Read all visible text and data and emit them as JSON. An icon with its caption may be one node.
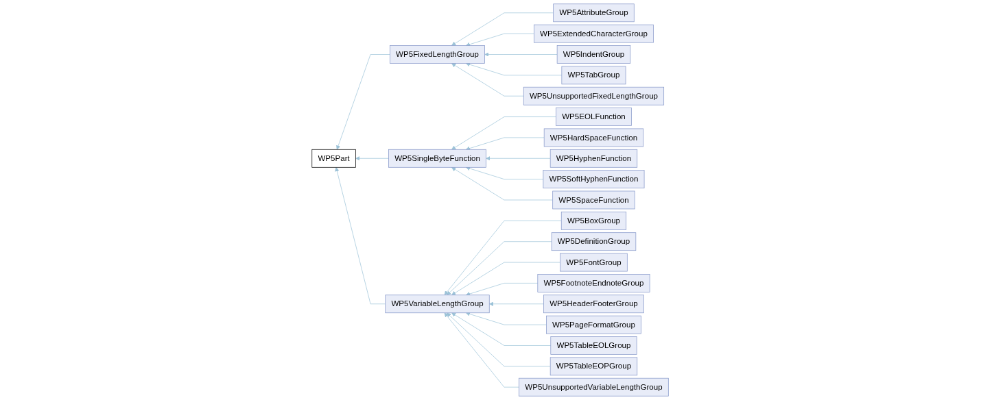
{
  "diagram": {
    "nodes": [
      {
        "text": [
          "WP5Part"
        ]
      },
      {
        "text": [
          "WP5FixedLengthGroup"
        ]
      },
      {
        "text": [
          "WP5SingleByteFunction"
        ]
      },
      {
        "text": [
          "WP5VariableLengthGroup"
        ]
      },
      {
        "text": [
          "WP5AttributeGroup"
        ]
      },
      {
        "text": [
          "WP5ExtendedCharacterGroup"
        ]
      },
      {
        "text": [
          "WP5IndentGroup"
        ]
      },
      {
        "text": [
          "WP5TabGroup"
        ]
      },
      {
        "text": [
          "WP5UnsupportedFixedLengthGroup"
        ]
      },
      {
        "text": [
          "WP5EOLFunction"
        ]
      },
      {
        "text": [
          "WP5HardSpaceFunction"
        ]
      },
      {
        "text": [
          "WP5HyphenFunction"
        ]
      },
      {
        "text": [
          "WP5SoftHyphenFunction"
        ]
      },
      {
        "text": [
          "WP5SpaceFunction"
        ]
      },
      {
        "text": [
          "WP5BoxGroup"
        ]
      },
      {
        "text": [
          "WP5DefinitionGroup"
        ]
      },
      {
        "text": [
          "WP5FontGroup"
        ]
      },
      {
        "text": [
          "WP5FootnoteEndnoteGroup"
        ]
      },
      {
        "text": [
          "WP5HeaderFooterGroup"
        ]
      },
      {
        "text": [
          "WP5PageFormatGroup"
        ]
      },
      {
        "text": [
          "WP5TableEOLGroup"
        ]
      },
      {
        "text": [
          "WP5TableEOPGroup"
        ]
      },
      {
        "text": [
          "WP5UnsupportedVariableLengthGroup"
        ]
      }
    ],
    "edges": [
      {
        "from": 1,
        "to": 0,
        "arrow": "to"
      },
      {
        "from": 2,
        "to": 0,
        "arrow": "to"
      },
      {
        "from": 3,
        "to": 0,
        "arrow": "to"
      },
      {
        "from": 4,
        "to": 1,
        "arrow": "to"
      },
      {
        "from": 5,
        "to": 1,
        "arrow": "to"
      },
      {
        "from": 6,
        "to": 1,
        "arrow": "to"
      },
      {
        "from": 7,
        "to": 1,
        "arrow": "to"
      },
      {
        "from": 8,
        "to": 1,
        "arrow": "to"
      },
      {
        "from": 9,
        "to": 2,
        "arrow": "to"
      },
      {
        "from": 10,
        "to": 2,
        "arrow": "to"
      },
      {
        "from": 11,
        "to": 2,
        "arrow": "to"
      },
      {
        "from": 12,
        "to": 2,
        "arrow": "to"
      },
      {
        "from": 13,
        "to": 2,
        "arrow": "to"
      },
      {
        "from": 14,
        "to": 3,
        "arrow": "to"
      },
      {
        "from": 15,
        "to": 3,
        "arrow": "to"
      },
      {
        "from": 16,
        "to": 3,
        "arrow": "to"
      },
      {
        "from": 17,
        "to": 3,
        "arrow": "to"
      },
      {
        "from": 18,
        "to": 3,
        "arrow": "to"
      },
      {
        "from": 19,
        "to": 3,
        "arrow": "to"
      },
      {
        "from": 20,
        "to": 3,
        "arrow": "to"
      },
      {
        "from": 21,
        "to": 3,
        "arrow": "to"
      },
      {
        "from": 22,
        "to": 3,
        "arrow": "to"
      }
    ]
  }
}
